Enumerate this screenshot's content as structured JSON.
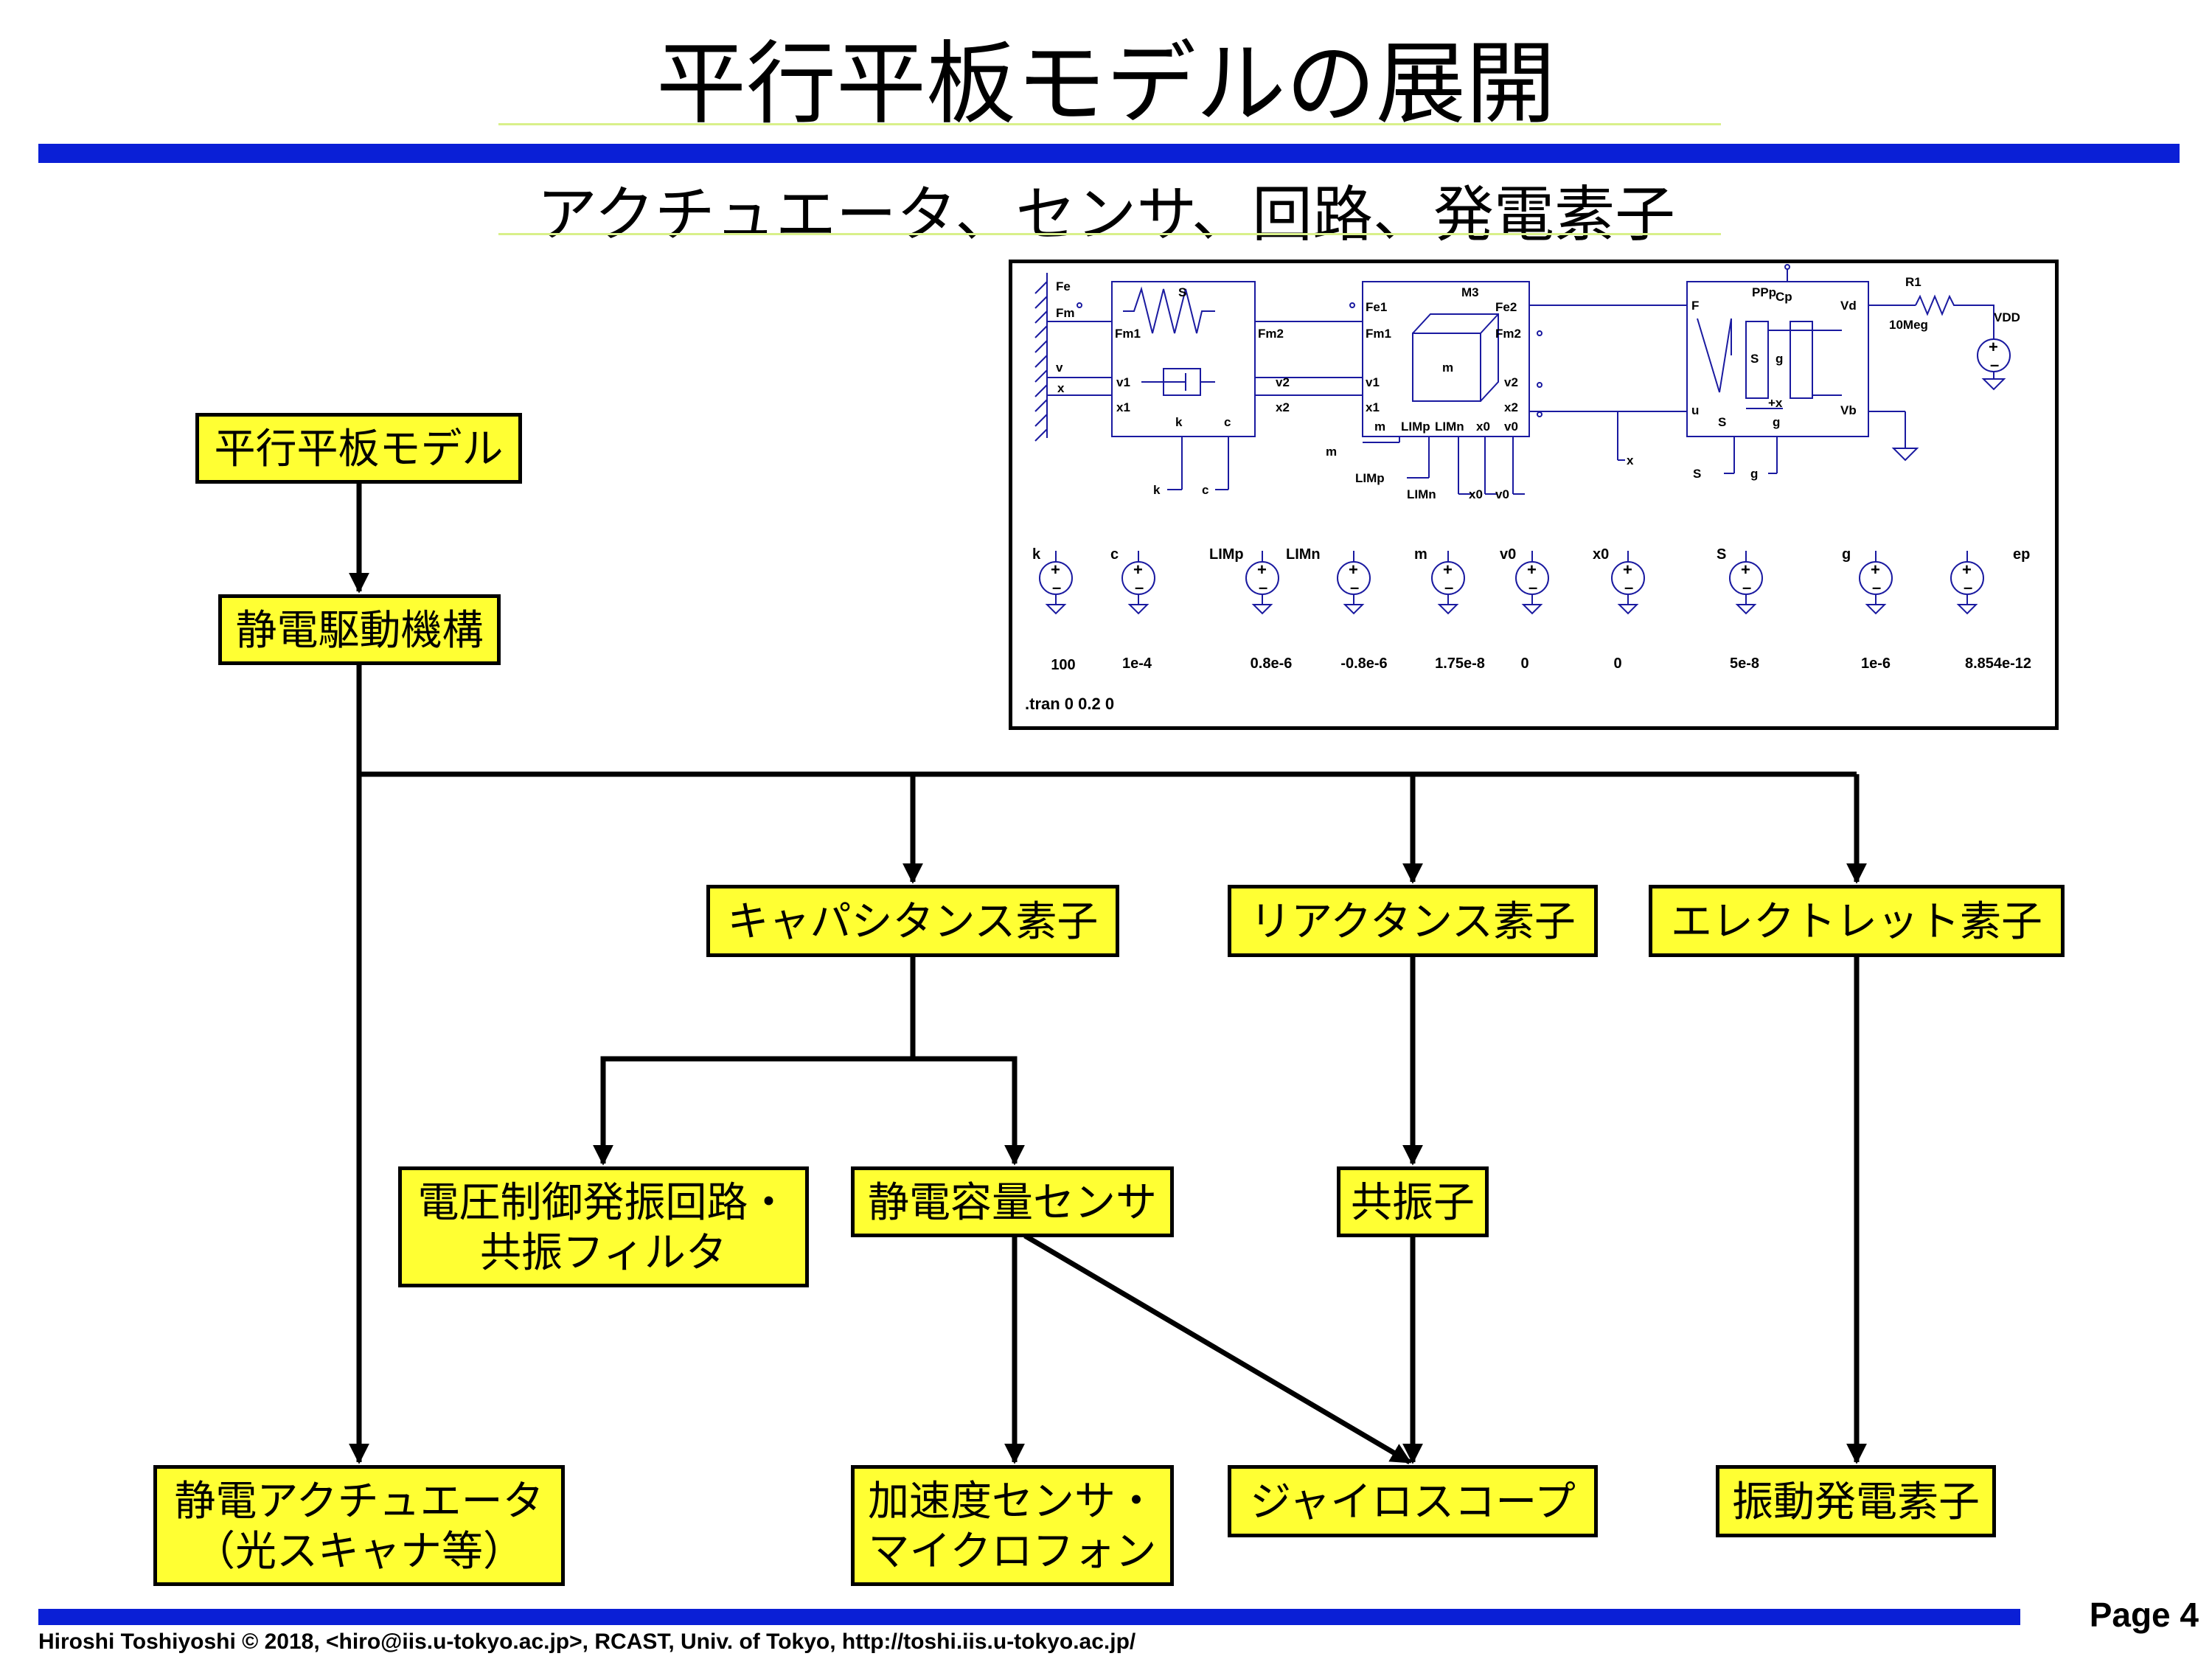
{
  "title": "平行平板モデルの展開",
  "subtitle": "アクチュエータ、センサ、回路、発電素子",
  "flow": {
    "parallel_plate": "平行平板モデル",
    "electrostatic_mechanism": "静電駆動機構",
    "capacitance_element": "キャパシタンス素子",
    "reactance_element": "リアクタンス素子",
    "electret_element": "エレクトレット素子",
    "vco_filter": "電圧制御発振回路・\n共振フィルタ",
    "capacitive_sensor": "静電容量センサ",
    "resonator": "共振子",
    "actuator": "静電アクチュエータ\n（光スキャナ等）",
    "accel_mic": "加速度センサ・\nマイクロフォン",
    "gyroscope": "ジャイロスコープ",
    "vibration_generator": "振動発電素子"
  },
  "schematic": {
    "wall": {
      "fe": "Fe",
      "fm": "Fm",
      "v": "v",
      "x": "x"
    },
    "spring_block": {
      "name": "S",
      "fm1": "Fm1",
      "fm2": "Fm2",
      "v1": "v1",
      "v2": "v2",
      "x1": "x1",
      "x2": "x2",
      "k": "k",
      "c": "c"
    },
    "mass_block": {
      "name": "M3",
      "fe1": "Fe1",
      "fm1": "Fm1",
      "fe2": "Fe2",
      "fm2": "Fm2",
      "v1": "v1",
      "x1": "x1",
      "v2": "v2",
      "x2": "x2",
      "m": "m",
      "limp": "LIMp",
      "limn": "LIMn",
      "x0": "x0",
      "v0": "v0",
      "inner": "m"
    },
    "ppp_block": {
      "name": "PPp",
      "cp": "Cp",
      "f": "F",
      "vd": "Vd",
      "vb": "Vb",
      "u": "u",
      "s": "S",
      "g": "g",
      "plus_x": "+x"
    },
    "resistor": {
      "name": "R1",
      "value": "10Meg"
    },
    "vdd": "VDD",
    "ext_labels": {
      "k": "k",
      "c": "c",
      "m": "m",
      "limp": "LIMp",
      "limn": "LIMn",
      "x0": "x0",
      "v0": "v0",
      "x": "x",
      "s": "S",
      "g": "g"
    },
    "sources": [
      {
        "name": "k",
        "value": "100"
      },
      {
        "name": "c",
        "value": "1e-4"
      },
      {
        "name": "LIMp",
        "value": "0.8e-6"
      },
      {
        "name": "LIMn",
        "value": "-0.8e-6"
      },
      {
        "name": "m",
        "value": "1.75e-8"
      },
      {
        "name": "v0",
        "value": "0"
      },
      {
        "name": "x0",
        "value": "0"
      },
      {
        "name": "S",
        "value": "5e-8"
      },
      {
        "name": "g",
        "value": "1e-6"
      },
      {
        "name": "ep",
        "value": "8.854e-12"
      }
    ],
    "directive": ".tran 0 0.2 0"
  },
  "footer": "Hiroshi Toshiyoshi © 2018, <hiro@iis.u-tokyo.ac.jp>, RCAST, Univ. of Tokyo, http://toshi.iis.u-tokyo.ac.jp/",
  "page": "Page 4",
  "colors": {
    "accent_bar": "#0a1fd6",
    "box_fill": "#ffff33",
    "wire": "#1a1aa0",
    "underline": "#d9f08a"
  }
}
